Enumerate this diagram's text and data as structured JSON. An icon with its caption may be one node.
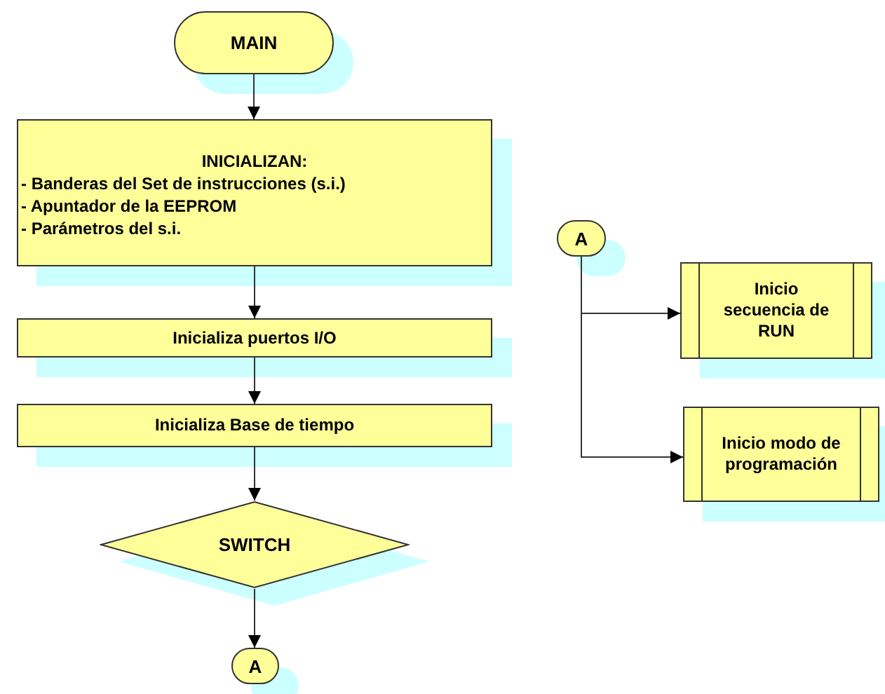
{
  "diagram": {
    "nodes": [
      {
        "text": [
          "MAIN"
        ]
      },
      {
        "text": [
          "INICIALIZAN:",
          "- Banderas del Set de instrucciones (s.i.)",
          "- Apuntador de la EEPROM",
          "- Parámetros del s.i."
        ]
      },
      {
        "text": [
          "Inicializa puertos I/O"
        ]
      },
      {
        "text": [
          "Inicializa Base de tiempo"
        ]
      },
      {
        "text": [
          "SWITCH"
        ]
      },
      {
        "text": [
          "A"
        ]
      },
      {
        "text": [
          "A"
        ]
      },
      {
        "text": [
          "Inicio secuencia de RUN"
        ]
      },
      {
        "text": [
          "Inicio modo de programación"
        ]
      }
    ],
    "edges": [
      {
        "from": 0,
        "to": 1,
        "arrow": "to"
      },
      {
        "from": 1,
        "to": 2,
        "arrow": "to"
      },
      {
        "from": 2,
        "to": 3,
        "arrow": "to"
      },
      {
        "from": 3,
        "to": 4,
        "arrow": "to"
      },
      {
        "from": 4,
        "to": 5,
        "arrow": "to"
      },
      {
        "from": 6,
        "to": 7,
        "arrow": "to"
      },
      {
        "from": 6,
        "to": 8,
        "arrow": "to"
      }
    ]
  }
}
